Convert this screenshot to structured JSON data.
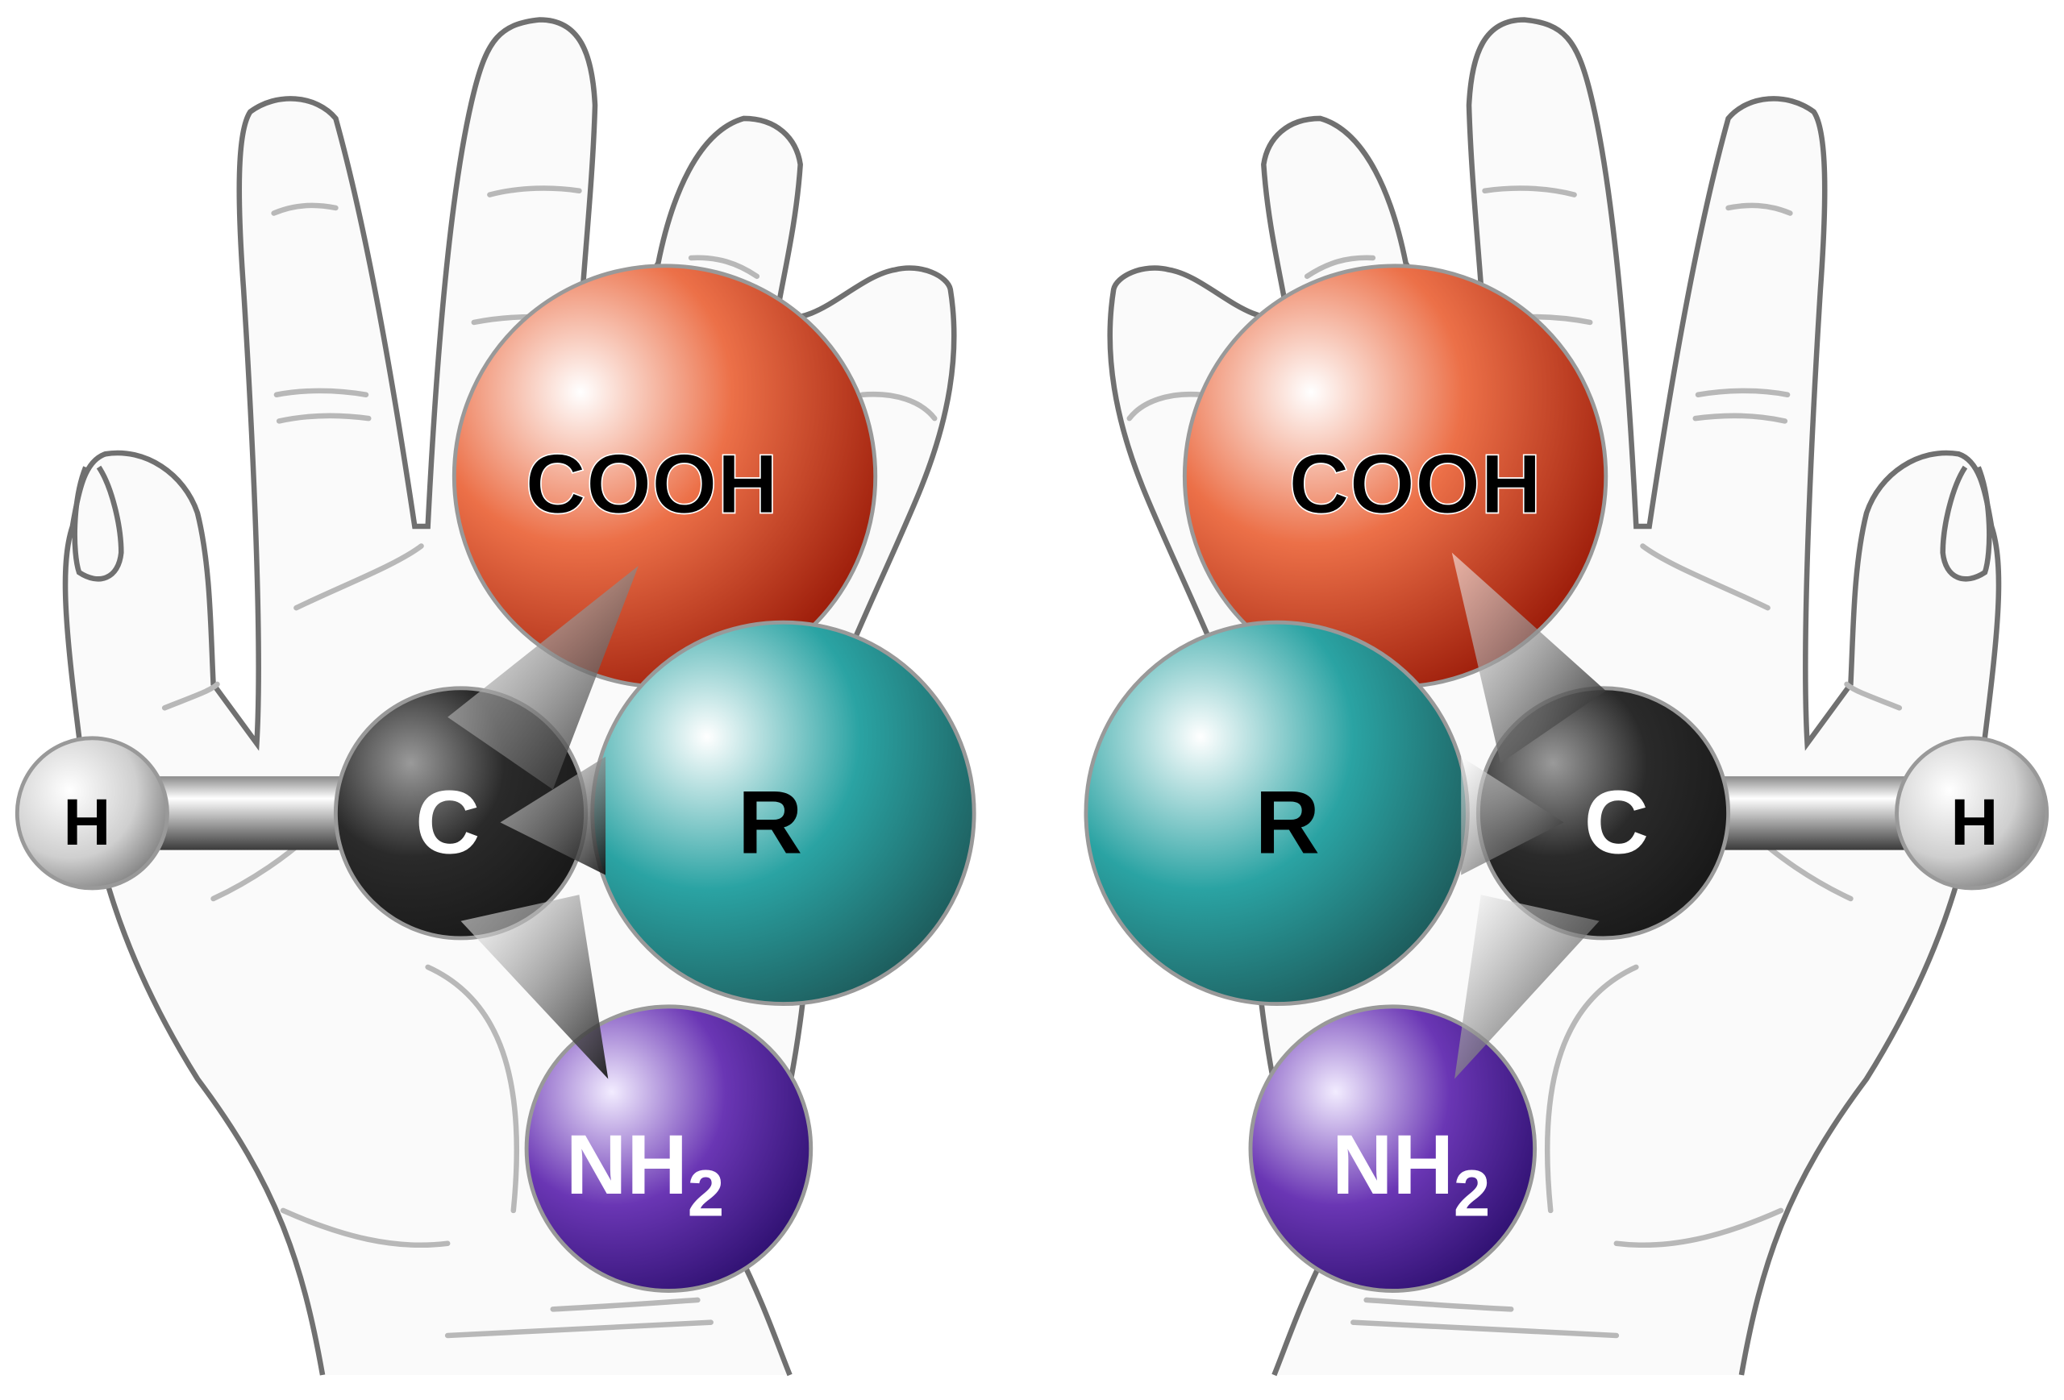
{
  "title": "Chirality of amino acids (left and right hand mirror images)",
  "colors": {
    "cooh": "#e8643c",
    "r_group": "#2aa3a3",
    "carbon": "#2a2a2a",
    "hydrogen": "#d0d0d0",
    "nh2": "#5a2aa8",
    "hand_outline": "#707070",
    "hand_fill": "#fafafa"
  },
  "left_molecule": {
    "cooh": "COOH",
    "r": "R",
    "c": "C",
    "h": "H",
    "nh2_main": "NH",
    "nh2_sub": "2"
  },
  "right_molecule": {
    "cooh": "COOH",
    "r": "R",
    "c": "C",
    "h": "H",
    "nh2_main": "NH",
    "nh2_sub": "2"
  }
}
